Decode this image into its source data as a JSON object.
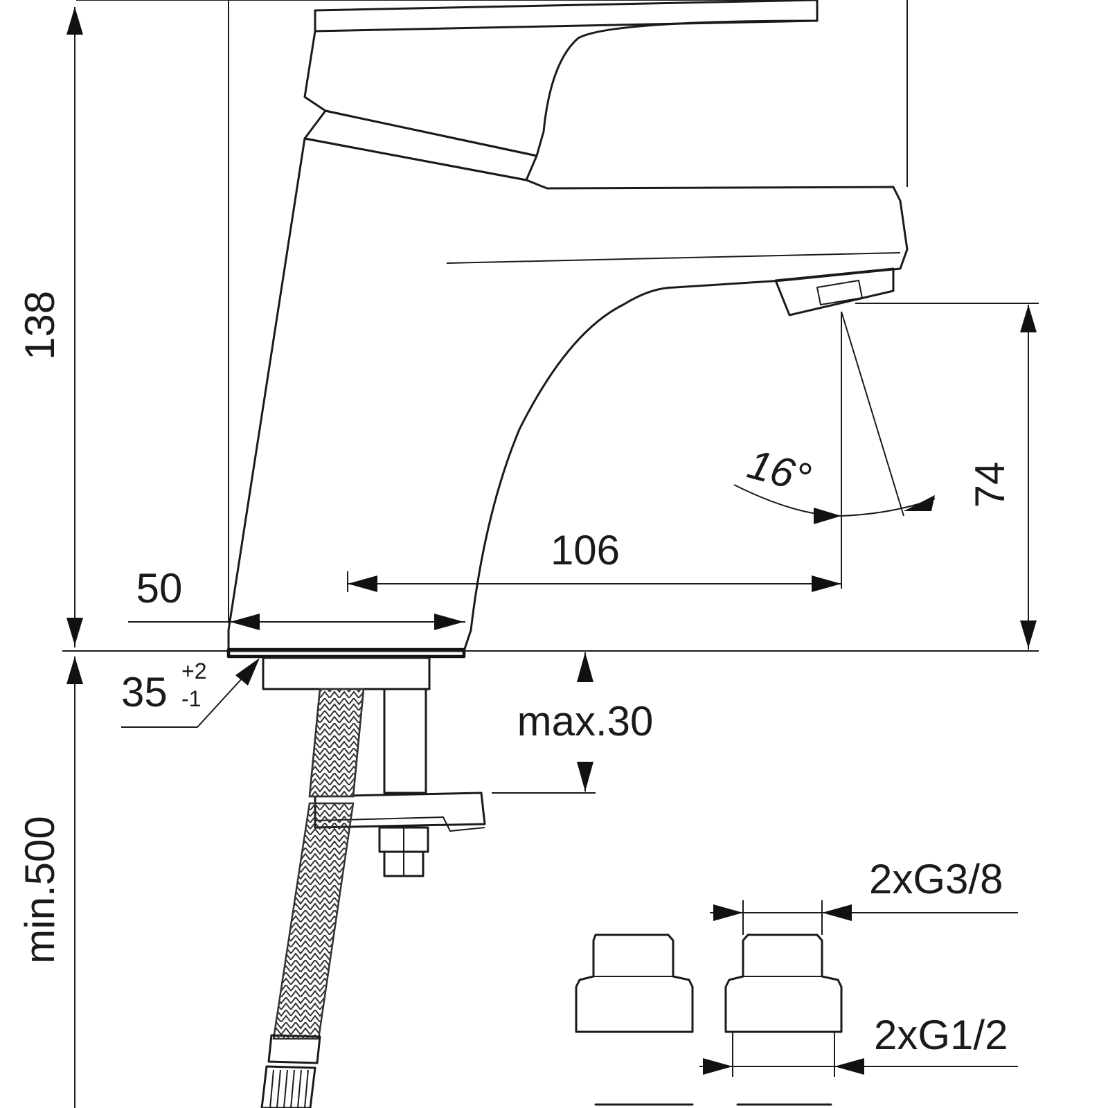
{
  "dimensions": {
    "total_height": "138",
    "spout_height": "74",
    "projection": "106",
    "base_diameter": "50",
    "spout_angle": "16°",
    "hole_diameter": "35",
    "hole_tol_upper": "+2",
    "hole_tol_lower": "-1",
    "max_deck": "max.30",
    "hose_length": "min.500",
    "thread_small": "2xG3/8",
    "thread_large": "2xG1/2"
  }
}
